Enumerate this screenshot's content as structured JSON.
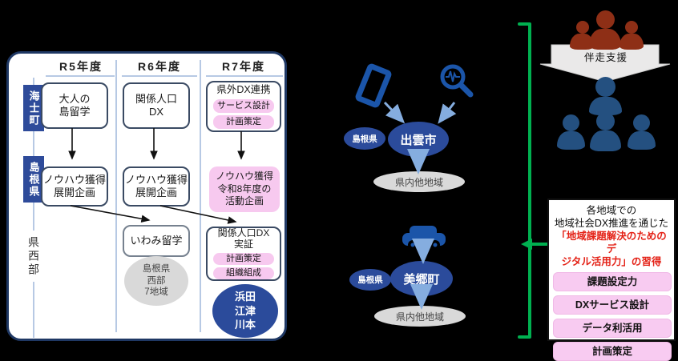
{
  "colors": {
    "background": "#000000",
    "panel_border_navy": "#1F3864",
    "label_navy": "#2E4B9A",
    "ellipse_navy": "#2B4B9B",
    "highlight_pink": "#F7C9EF",
    "bracket_green": "#00B050",
    "red_text": "#E42217",
    "icon_blue": "#1B55A9",
    "arrow_light_blue": "#85ADDF",
    "people_red": "#8E2F16",
    "people_blue": "#245080",
    "gray_ellipse": "#D9D9D9"
  },
  "timeline": {
    "columns": [
      {
        "label": "R5年度"
      },
      {
        "label": "R6年度"
      },
      {
        "label": "R7年度"
      }
    ],
    "rows": [
      {
        "label": "海士町"
      },
      {
        "label": "島根県"
      },
      {
        "label": "県西部"
      }
    ],
    "ama": {
      "r5_box": {
        "line1": "大人の",
        "line2": "島留学"
      },
      "r6_box": {
        "line1": "関係人口",
        "line2": "DX"
      },
      "r7_box": {
        "title": "県外DX連携",
        "tag1": "サービス設計",
        "tag2": "計画策定"
      }
    },
    "shimane": {
      "r5_box": {
        "line1": "ノウハウ獲得",
        "line2": "展開企画"
      },
      "r6_box": {
        "line1": "ノウハウ獲得",
        "line2": "展開企画"
      },
      "r7_box": {
        "line1": "ノウハウ獲得",
        "line2": "令和8年度の",
        "line3": "活動企画"
      }
    },
    "west": {
      "r6_box": {
        "label": "いわみ留学"
      },
      "r6_ellipse": {
        "line1": "島根県",
        "line2": "西部",
        "line3": "7地域"
      },
      "r7_box": {
        "title1": "関係人口DX",
        "title2": "実証",
        "tag1": "計画策定",
        "tag2": "組織組成"
      },
      "r7_ellipse": {
        "line1": "浜田",
        "line2": "江津",
        "line3": "川本"
      }
    }
  },
  "izumo": {
    "pref": "島根県",
    "city": "出雲市",
    "dest": "県内他地域",
    "icons": [
      "smartphone-icon",
      "search-pulse-icon"
    ]
  },
  "misato": {
    "pref": "島根県",
    "city": "美郷町",
    "dest": "県内他地域",
    "icons": [
      "car-icon"
    ]
  },
  "support": {
    "label": "伴走支援",
    "icons": [
      "support-team-icon",
      "residents-icon"
    ]
  },
  "outcome": {
    "title_line1": "各地域での",
    "title_line2": "地域社会DX推進を通じた",
    "title_red1": "「地域課題解決のためのデ",
    "title_red2": "ジタル活用力」の習得",
    "skills": [
      {
        "label": "課題設定力"
      },
      {
        "label": "DXサービス設計"
      },
      {
        "label": "データ利活用"
      },
      {
        "label": "計画策定"
      }
    ]
  }
}
